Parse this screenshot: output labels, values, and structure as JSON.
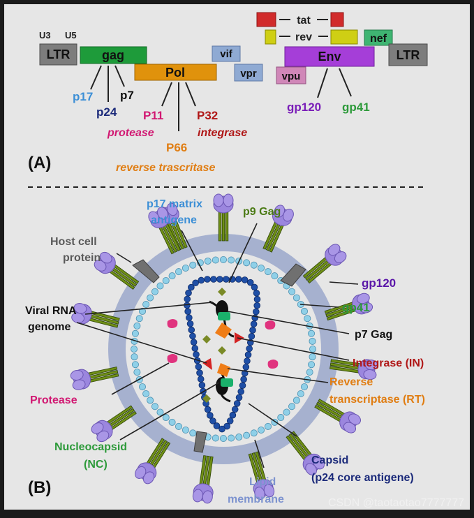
{
  "panel_a": {
    "label": "(A)",
    "u3": "U3",
    "u5": "U5",
    "genes": {
      "ltr_left": "LTR",
      "gag": "gag",
      "pol": "Pol",
      "vif": "vif",
      "vpr": "vpr",
      "tat": "tat",
      "rev": "rev",
      "nef": "nef",
      "env": "Env",
      "vpu": "vpu",
      "ltr_right": "LTR"
    },
    "proteins": {
      "p17": "p17",
      "p24": "p24",
      "p7": "p7",
      "p11": "P11",
      "protease": "protease",
      "p32": "P32",
      "integrase": "integrase",
      "p66": "P66",
      "reverse": "reverse trascritase",
      "gp120": "gp120",
      "gp41": "gp41"
    }
  },
  "panel_b": {
    "label": "(B)",
    "labels": {
      "p17_line1": "p17 matrix",
      "p17_line2": "antigene",
      "p9": "p9 Gag",
      "host_line1": "Host cell",
      "host_line2": "protein",
      "gp120": "gp120",
      "gp41": "gp41",
      "viral_line1": "Viral RNA",
      "viral_line2": "genome",
      "p7gag": "p7 Gag",
      "integrase": "Integrase (IN)",
      "rt_line1": "Reverse",
      "rt_line2": "transcriptase (RT)",
      "protease": "Protease",
      "nc_line1": "Nucleocapsid",
      "nc_line2": "(NC)",
      "capsid_line1": "Capsid",
      "capsid_line2": "(p24 core antigene)",
      "lipid_line1": "Lipid",
      "lipid_line2": "membrane"
    }
  },
  "watermark": "CSDN @taotaotao7777777"
}
